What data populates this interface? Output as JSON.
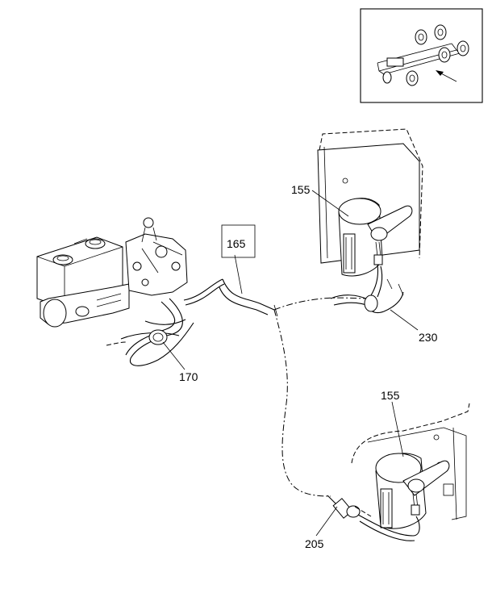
{
  "diagram": {
    "callouts": [
      {
        "id": "155-upper",
        "label": "155"
      },
      {
        "id": "165",
        "label": "165",
        "highlighted": true
      },
      {
        "id": "170",
        "label": "170"
      },
      {
        "id": "230",
        "label": "230"
      },
      {
        "id": "155-lower",
        "label": "155"
      },
      {
        "id": "205",
        "label": "205"
      }
    ],
    "highlight_color": "#22ee22"
  }
}
